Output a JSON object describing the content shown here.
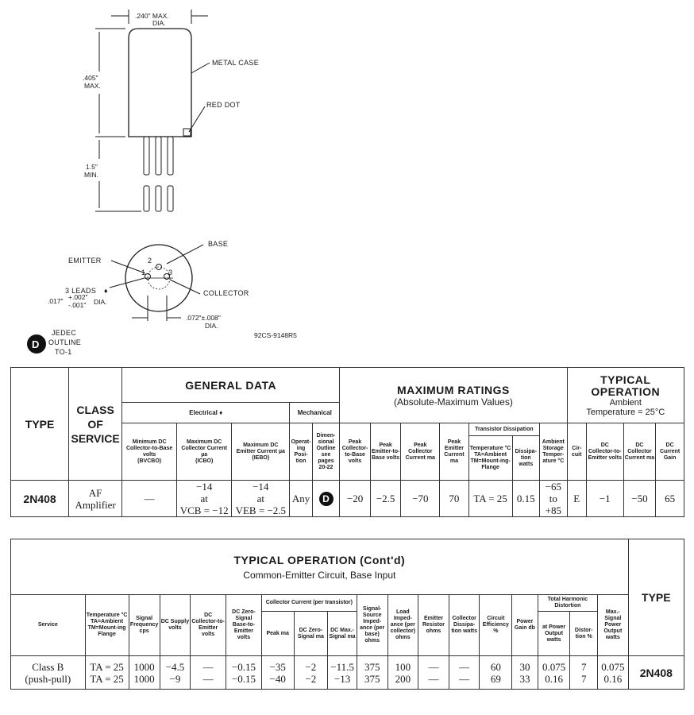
{
  "drawing": {
    "dim_width": ".240\" MAX.",
    "dim_width_2": "DIA.",
    "dim_height": ".405\"",
    "dim_height_2": "MAX.",
    "dim_lead": "1.5\"",
    "dim_lead_2": "MIN.",
    "metal_case": "METAL CASE",
    "red_dot": "RED DOT",
    "base": "BASE",
    "emitter": "EMITTER",
    "collector": "COLLECTOR",
    "leads": "3 LEADS",
    "lead_dia_1": ".017\"",
    "lead_dia_plus": "+.002\"",
    "lead_dia_minus": "-.001\"",
    "lead_dia_word": "DIA.",
    "pin_circle": ".072\"±.008\"",
    "pin_circle_2": "DIA.",
    "pin1": "1",
    "pin2": "2",
    "pin3": "3",
    "drawing_number": "92CS-9148R5",
    "jedec_badge": "D",
    "jedec_1": "JEDEC",
    "jedec_2": "OUTLINE",
    "jedec_3": "TO-1"
  },
  "table1": {
    "type_header": "TYPE",
    "class_header_1": "CLASS",
    "class_header_2": "OF",
    "class_header_3": "SERVICE",
    "general_data": "GENERAL DATA",
    "electrical": "Electrical",
    "mechanical": "Mechanical",
    "max_ratings": "MAXIMUM RATINGS",
    "max_ratings_sub": "(Absolute-Maximum Values)",
    "typical_op": "TYPICAL OPERATION",
    "ambient": "Ambient",
    "ambient_temp": "Temperature = 25°C",
    "transistor_dissipation": "Transistor Dissipation",
    "cols": {
      "bvcbo": "Minimum DC Collector-to-Base volts",
      "bvcbo_sym": "(BVCBO)",
      "icbo": "Maximum DC Collector Current µa",
      "icbo_sym": "(ICBO)",
      "iebo": "Maximum DC Emitter Current µa",
      "iebo_sym": "(IEBO)",
      "position": "Operat-ing Posi-tion",
      "outline": "Dimen-sional Outline see pages 20-22",
      "peak_cb": "Peak Collector-to-Base volts",
      "peak_eb": "Peak Emitter-to-Base volts",
      "peak_ic": "Peak Collector Current ma",
      "peak_ie": "Peak Emitter Current ma",
      "temp": "Temperature °C TA=Ambient TM=Mount-ing-Flange",
      "dissipation": "Dissipa-tion watts",
      "storage": "Ambient Storage Temper-ature °C",
      "circuit": "Cir-cuit",
      "vce": "DC Collector-to-Emitter volts",
      "ic": "DC Collector Current ma",
      "gain": "DC Current Gain"
    },
    "row": {
      "type": "2N408",
      "class_1": "AF",
      "class_2": "Amplifier",
      "bvcbo": "—",
      "icbo_1": "−14",
      "icbo_2": "at",
      "icbo_3": "VCB = −12",
      "iebo_1": "−14",
      "iebo_2": "at",
      "iebo_3": "VEB = −2.5",
      "position": "Any",
      "outline": "D",
      "peak_cb": "−20",
      "peak_eb": "−2.5",
      "peak_ic": "−70",
      "peak_ie": "70",
      "temp": "TA = 25",
      "dissipation": "0.15",
      "storage_1": "−65",
      "storage_2": "to",
      "storage_3": "+85",
      "circuit": "E",
      "vce": "−1",
      "ic": "−50",
      "gain": "65"
    }
  },
  "table2": {
    "title": "TYPICAL OPERATION (Cont'd)",
    "subtitle": "Common-Emitter Circuit, Base Input",
    "type_header": "TYPE",
    "collector_current": "Collector Current (per transistor)",
    "thd": "Total Harmonic Distortion",
    "cols": {
      "service": "Service",
      "temp": "Temperature °C TA=Ambient TM=Mount-ing Flange",
      "freq": "Signal Frequency cps",
      "supply": "DC Supply volts",
      "vce": "DC Collector-to-Emitter volts",
      "vbe": "DC Zero-Signal Base-to-Emitter volts",
      "peak": "Peak ma",
      "zero": "DC Zero-Signal ma",
      "max": "DC Max.-Signal ma",
      "src_imp": "Signal-Source Imped-ance (per base) ohms",
      "load_imp": "Load Imped-ance (per collector) ohms",
      "emit_res": "Emitter Resistor ohms",
      "coll_diss": "Collector Dissipa-tion watts",
      "eff": "Circuit Efficiency %",
      "gain": "Power Gain db",
      "at_power": "at Power Output watts",
      "distortion": "Distor-tion %",
      "max_power": "Max.-Signal Power Output watts"
    },
    "row": {
      "service_1": "Class B",
      "service_2": "(push-pull)",
      "temp_1": "TA = 25",
      "temp_2": "TA = 25",
      "freq_1": "1000",
      "freq_2": "1000",
      "supply_1": "−4.5",
      "supply_2": "−9",
      "vce_1": "—",
      "vce_2": "—",
      "vbe_1": "−0.15",
      "vbe_2": "−0.15",
      "peak_1": "−35",
      "peak_2": "−40",
      "zero_1": "−2",
      "zero_2": "−2",
      "max_1": "−11.5",
      "max_2": "−13",
      "src_1": "375",
      "src_2": "375",
      "load_1": "100",
      "load_2": "200",
      "emit_1": "—",
      "emit_2": "—",
      "diss_1": "—",
      "diss_2": "—",
      "eff_1": "60",
      "eff_2": "69",
      "gain_1": "30",
      "gain_2": "33",
      "at_power_1": "0.075",
      "at_power_2": "0.16",
      "dist_1": "7",
      "dist_2": "7",
      "max_power_1": "0.075",
      "max_power_2": "0.16",
      "type": "2N408"
    }
  }
}
